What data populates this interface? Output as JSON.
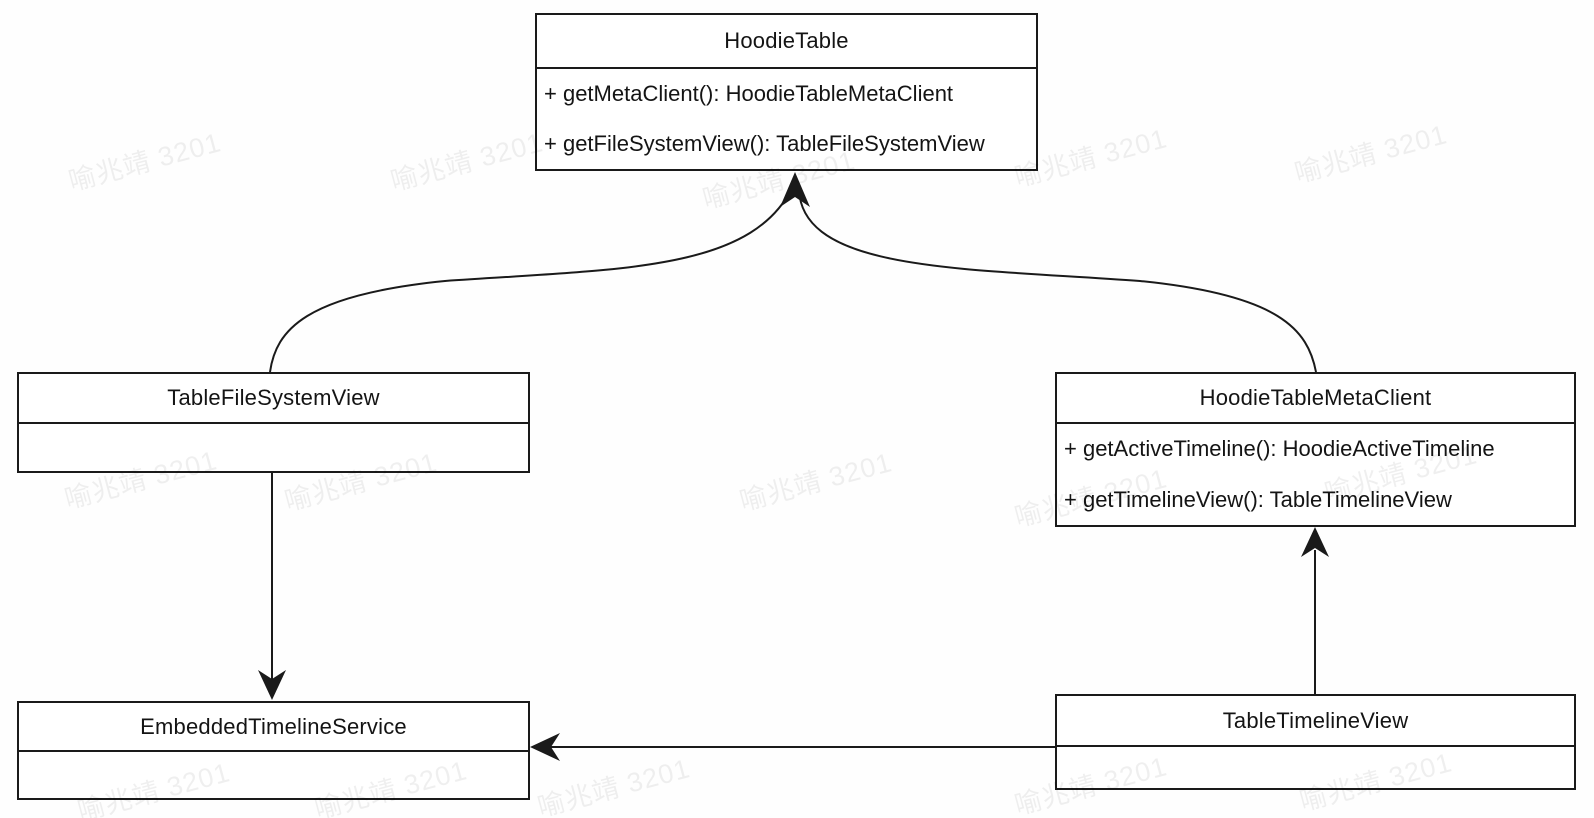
{
  "diagram": {
    "type": "uml-class-diagram",
    "background": "#ffffff",
    "line_color": "#1a1a1a",
    "classes": [
      {
        "name": "HoodieTable",
        "methods": [
          "+ getMetaClient(): HoodieTableMetaClient",
          "+ getFileSystemView(): TableFileSystemView"
        ]
      },
      {
        "name": "TableFileSystemView",
        "methods": []
      },
      {
        "name": "HoodieTableMetaClient",
        "methods": [
          "+ getActiveTimeline(): HoodieActiveTimeline",
          "+ getTimelineView(): TableTimelineView"
        ]
      },
      {
        "name": "EmbeddedTimelineService",
        "methods": []
      },
      {
        "name": "TableTimelineView",
        "methods": []
      }
    ],
    "relations": [
      {
        "from": "TableFileSystemView",
        "to": "HoodieTable",
        "shape": "curved",
        "arrowhead_at": "HoodieTable bottom, pointing up"
      },
      {
        "from": "HoodieTableMetaClient",
        "to": "HoodieTable",
        "shape": "curved",
        "arrowhead_at": "HoodieTable bottom, pointing up (shared)"
      },
      {
        "from": "TableFileSystemView",
        "to": "EmbeddedTimelineService",
        "shape": "straight",
        "arrowhead_at": "EmbeddedTimelineService top, pointing down"
      },
      {
        "from": "TableTimelineView",
        "to": "HoodieTableMetaClient",
        "shape": "straight",
        "arrowhead_at": "HoodieTableMetaClient bottom, pointing up"
      },
      {
        "from": "TableTimelineView",
        "to": "EmbeddedTimelineService",
        "shape": "straight",
        "arrowhead_at": "EmbeddedTimelineService right side, pointing left"
      }
    ]
  },
  "watermark": {
    "text": "喻兆靖 3201"
  }
}
